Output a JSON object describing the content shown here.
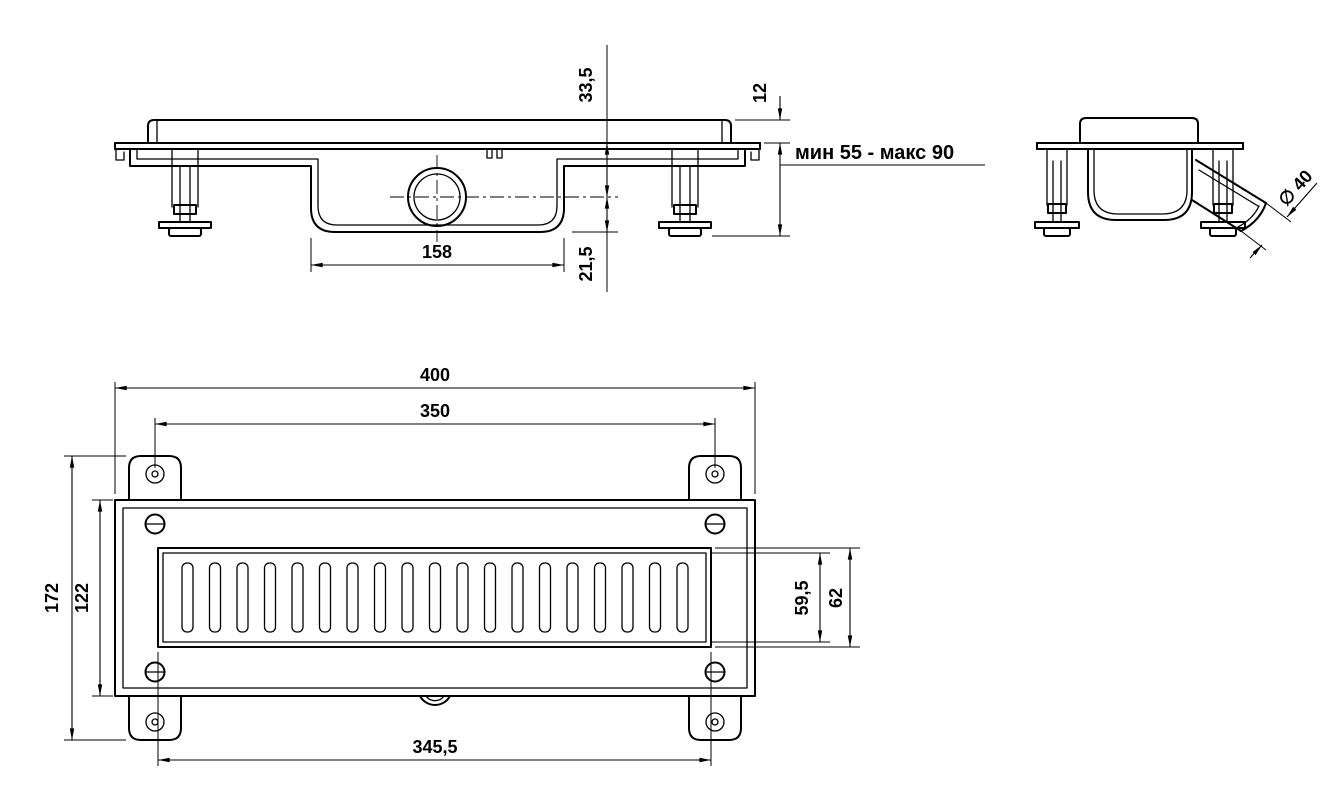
{
  "front_view": {
    "dim_top_height": "33,5",
    "dim_edge_height": "12",
    "dim_install_height": "мин 55 - макс 90",
    "dim_sump_length": "158",
    "dim_sump_depth": "21,5"
  },
  "side_view": {
    "dim_outlet_diameter": "∅ 40"
  },
  "plan_view": {
    "dim_overall_length": "400",
    "dim_hole_spacing": "350",
    "dim_overall_width": "172",
    "dim_body_width": "122",
    "dim_grate_width": "59,5",
    "dim_frame_width": "62",
    "dim_grate_length": "345,5"
  },
  "colors": {
    "line": "#000000",
    "background": "#ffffff"
  }
}
